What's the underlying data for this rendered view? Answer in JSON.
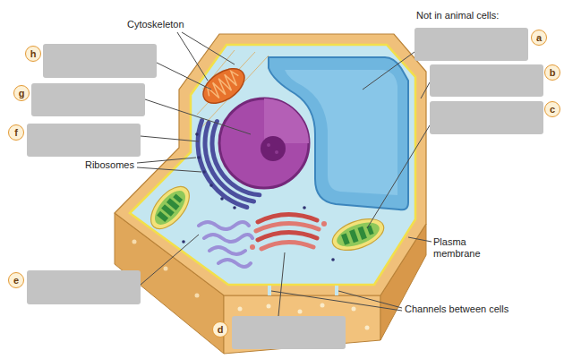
{
  "diagram": {
    "nodes": [
      {
        "text": [
          "a"
        ]
      },
      {
        "text": [
          "h"
        ]
      },
      {
        "text": [
          "b"
        ]
      },
      {
        "text": [
          "g"
        ]
      },
      {
        "text": [
          "c"
        ]
      },
      {
        "text": [
          "f"
        ]
      },
      {
        "text": [
          "e"
        ]
      },
      {
        "text": [
          "d"
        ]
      }
    ],
    "labels": [
      "Not in animal cells:",
      "Cytoskeleton",
      "Ribosomes",
      "Plasma membrane",
      "Channels between cells"
    ]
  }
}
